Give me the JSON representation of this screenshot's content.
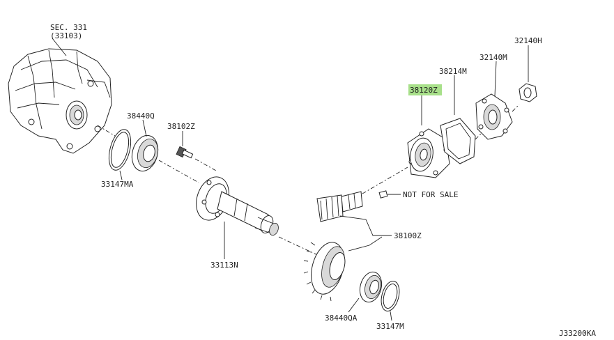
{
  "colors": {
    "highlight": "#a8e08a",
    "ink": "#222222"
  },
  "labels": {
    "sec331_line1": "SEC. 331",
    "sec331_line2": "(33103)",
    "p38440q": "38440Q",
    "p38102z": "38102Z",
    "p33147ma": "33147MA",
    "p33113n": "33113N",
    "p38120z": "38120Z",
    "p38214m": "38214M",
    "p32140m": "32140M",
    "p32140h": "32140H",
    "not_for_sale": "NOT FOR SALE",
    "p38100z": "38100Z",
    "p38440qa": "38440QA",
    "p33147m": "33147M",
    "diagram_code": "J33200KA"
  }
}
